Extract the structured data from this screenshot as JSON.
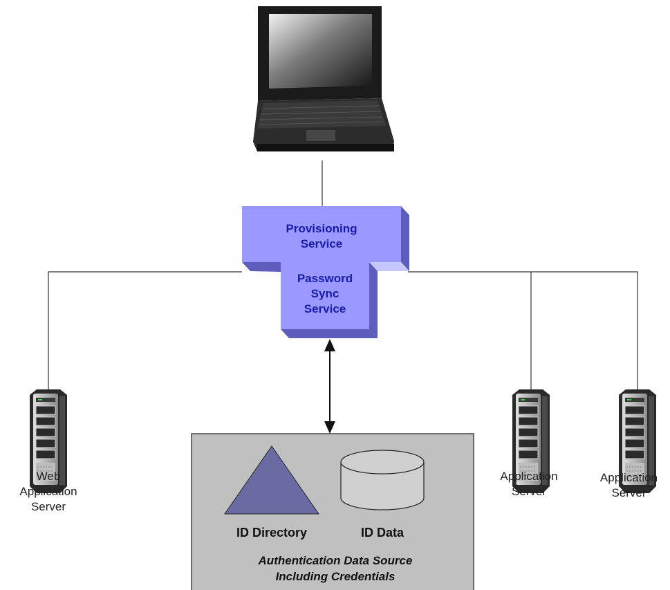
{
  "service": {
    "provisioning": [
      "Provisioning",
      "Service"
    ],
    "password_sync": [
      "Password",
      "Sync",
      "Service"
    ],
    "fill": "#9999ff",
    "text_color": "#1a1aa8"
  },
  "servers": {
    "web": [
      "Web",
      "Application",
      "Server"
    ],
    "app_1": [
      "Application",
      "Server"
    ],
    "app_2": [
      "Application",
      "Server"
    ]
  },
  "data_source": {
    "directory_label": "ID Directory",
    "data_label": "ID Data",
    "caption": [
      "Authentication Data Source",
      "Including Credentials"
    ],
    "box_fill": "#c0c0c0",
    "triangle_fill": "#6b6ba3"
  },
  "icons": [
    "laptop-icon",
    "server-icon",
    "directory-triangle-icon",
    "database-cylinder-icon",
    "double-arrow-icon"
  ]
}
